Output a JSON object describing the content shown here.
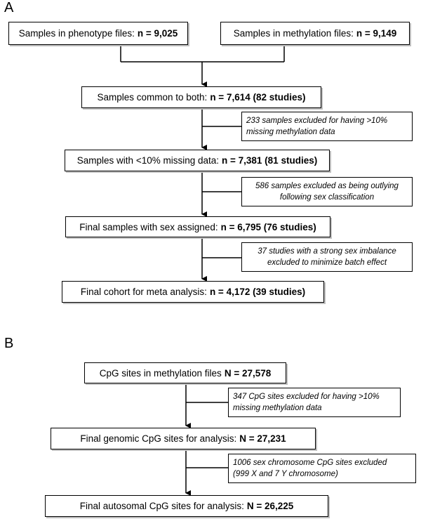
{
  "panel_a": {
    "label": "A",
    "boxes": {
      "phenotype": {
        "text": "Samples in phenotype files:",
        "value": "n = 9,025"
      },
      "methylation": {
        "text": "Samples in methylation files:",
        "value": "n = 9,149"
      },
      "common": {
        "text": "Samples common to both:",
        "value": "n = 7,614 (82 studies)"
      },
      "missing": {
        "text": "Samples with <10% missing data:",
        "value": "n = 7,381 (81 studies)"
      },
      "sex": {
        "text": "Final samples with sex assigned:",
        "value": "n = 6,795 (76 studies)"
      },
      "final": {
        "text": "Final cohort for meta analysis:",
        "value": "n = 4,172 (39 studies)"
      }
    },
    "notes": {
      "excl1": {
        "line1": "233 samples excluded for having >10%",
        "line2": "missing methylation data"
      },
      "excl2": {
        "line1": "586 samples excluded as being outlying",
        "line2": "following sex classification"
      },
      "excl3": {
        "line1": "37 studies with a strong sex imbalance",
        "line2": "excluded to minimize batch effect"
      }
    }
  },
  "panel_b": {
    "label": "B",
    "boxes": {
      "cpg": {
        "text": "CpG sites in methylation files",
        "value": "N = 27,578"
      },
      "genomic": {
        "text": "Final genomic CpG sites for analysis:",
        "value": "N = 27,231"
      },
      "autosomal": {
        "text": "Final autosomal CpG sites for analysis:",
        "value": "N = 26,225"
      }
    },
    "notes": {
      "excl1": {
        "line1": "347 CpG sites excluded for having >10%",
        "line2": "missing methylation data"
      },
      "excl2": {
        "line1": "1006 sex chromosome CpG sites excluded",
        "line2": "(999 X and 7 Y chromosome)"
      }
    }
  }
}
